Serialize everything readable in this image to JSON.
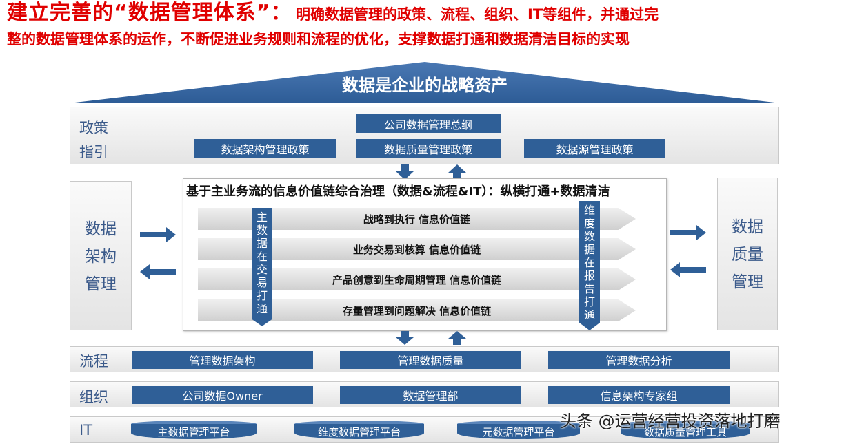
{
  "header": {
    "title": "建立完善的“数据管理体系”：",
    "subtitle_part1": "明确数据管理的政策、流程、组织、IT等组件，并通过完",
    "subtitle_part2": "整的数据管理体系的运作，不断促进业务规则和流程的优化，支撑数据打通和数据清洁目标的实现"
  },
  "roof": {
    "label": "数据是企业的战略资产"
  },
  "policy": {
    "label_line1": "政策",
    "label_line2": "指引",
    "top_box": "公司数据管理总纲",
    "boxes": [
      "数据架构管理政策",
      "数据质量管理政策",
      "数据源管理政策"
    ]
  },
  "left_side": {
    "label": [
      "数据",
      "架构",
      "管理"
    ]
  },
  "right_side": {
    "label": [
      "数据",
      "质量",
      "管理"
    ]
  },
  "center": {
    "title": "基于主业务流的信息价值链综合治理（数据&流程&IT）：纵横打通+数据清洁",
    "chains": [
      "战略到执行 信息价值链",
      "业务交易到核算  信息价值链",
      "产品创意到生命周期管理 信息价值链",
      "存量管理到问题解决 信息价值链"
    ],
    "left_banner": [
      "主",
      "数",
      "据",
      "在",
      "交",
      "易",
      "打",
      "通"
    ],
    "right_banner": [
      "维",
      "度",
      "数",
      "据",
      "在",
      "报",
      "告",
      "打",
      "通"
    ]
  },
  "process": {
    "label": "流程",
    "boxes": [
      "管理数据架构",
      "管理数据质量",
      "管理数据分析"
    ]
  },
  "org": {
    "label": "组织",
    "boxes": [
      "公司数据Owner",
      "数据管理部",
      "信息架构专家组"
    ]
  },
  "it": {
    "label": "IT",
    "platforms": [
      "主数据管理平台",
      "维度数据管理平台",
      "元数据管理平台",
      "数据质量管理工具"
    ]
  },
  "watermark": "头条 @运营经营投资落地打磨",
  "colors": {
    "title_red": "#e00000",
    "primary_blue": "#2f5f97",
    "label_blue": "#3b5a8a"
  }
}
